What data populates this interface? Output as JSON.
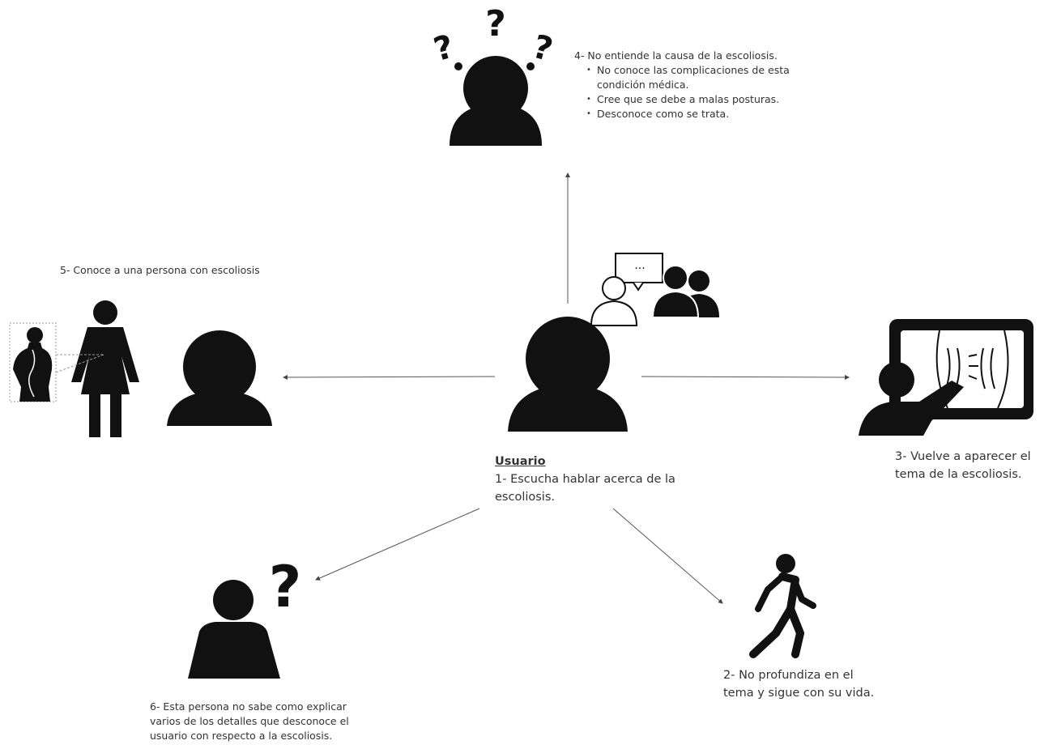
{
  "nodes": {
    "question_cloud": {
      "icon": "confused-person-icon",
      "title": "4- No entiende la causa de la escoliosis.",
      "bullets": [
        "No conoce las complicaciones de esta condición médica.",
        "Cree que se debe a malas posturas.",
        "Desconoce como se trata."
      ]
    },
    "know_person": {
      "icon": "person-with-scoliosis-icon",
      "text": "5- Conoce a una persona con escoliosis"
    },
    "user": {
      "icon": "user-icon",
      "title": "Usuario",
      "text": "1- Escucha hablar acerca de la escoliosis."
    },
    "media": {
      "icon": "presentation-screen-icon",
      "text": "3- Vuelve a aparecer el tema de la escoliosis."
    },
    "walk_away": {
      "icon": "walking-person-icon",
      "text": "2- No profundiza en el tema y sigue con su vida."
    },
    "cannot_explain": {
      "icon": "person-question-icon",
      "text": "6- Esta persona no sabe como explicar varios de los detalles que desconoce el usuario con respecto a la escoliosis."
    },
    "conversation": {
      "icon": "conversation-icon"
    }
  }
}
